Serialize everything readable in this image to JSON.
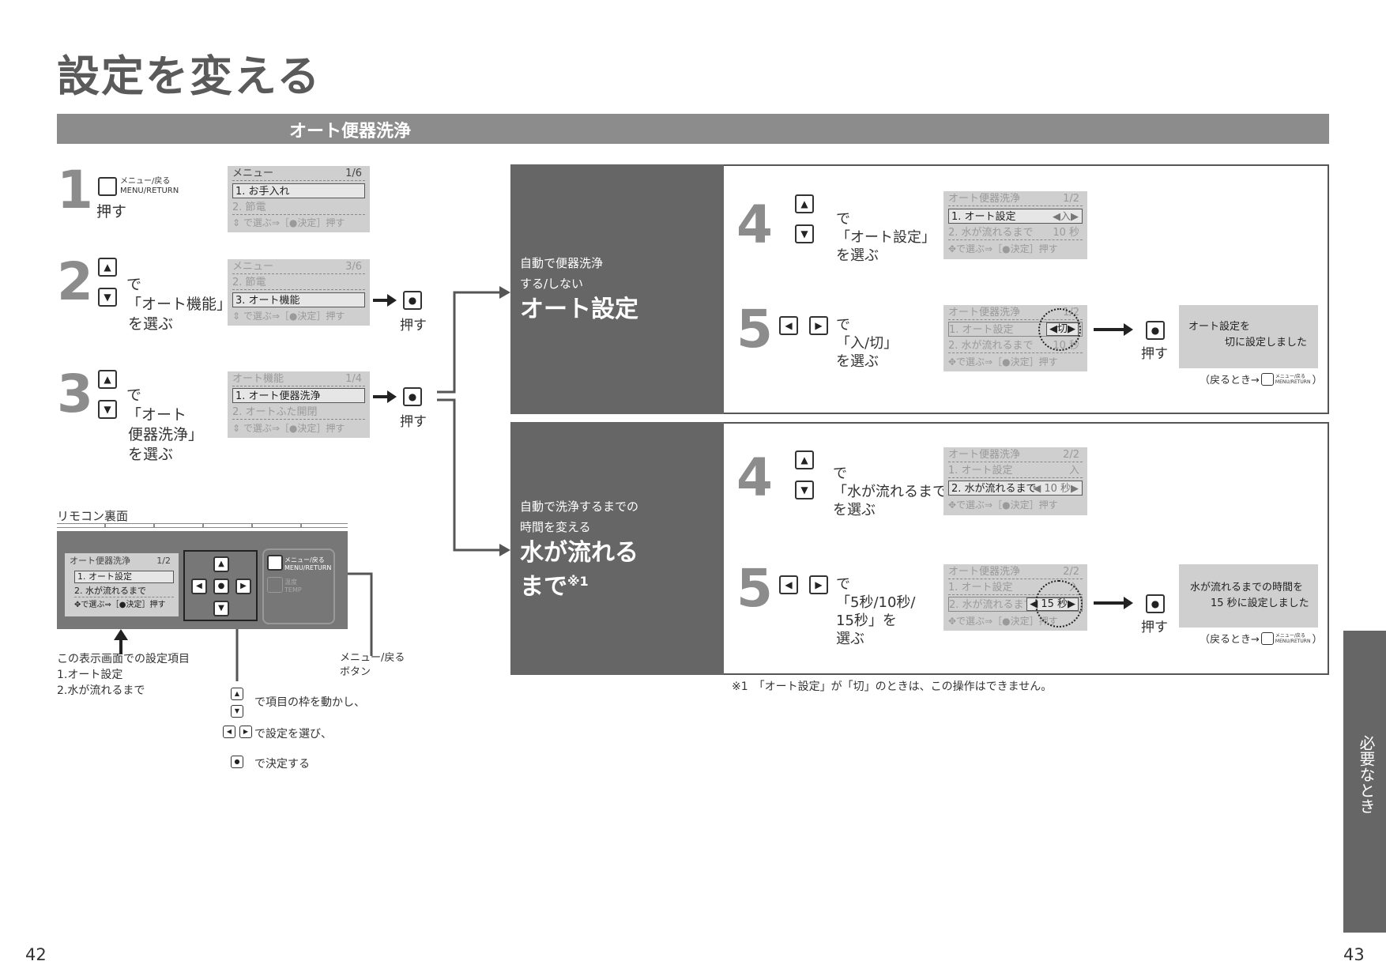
{
  "page_title": "設定を変える",
  "section_title": "オート便器洗浄",
  "step1": {
    "num": "1",
    "btn_label_jp": "メニュー/戻る",
    "btn_label_en": "MENU/RETURN",
    "action": "押す",
    "lcd": {
      "header": "メニュー",
      "page": "1/6",
      "row1": "1. お手入れ",
      "row2": "2. 節電",
      "footer": "⇕ で選ぶ⇒［●決定］押す"
    }
  },
  "step2": {
    "num": "2",
    "text_de": "で",
    "text_select": "「オート機能」",
    "text_erabu": "を選ぶ",
    "push": "押す",
    "lcd": {
      "header": "メニュー",
      "page": "3/6",
      "row1": "2. 節電",
      "row2": "3. オート機能",
      "footer": "⇕ で選ぶ⇒［●決定］押す"
    }
  },
  "step3": {
    "num": "3",
    "text_de": "で",
    "text_line1": "「オート",
    "text_line2": "便器洗浄」",
    "text_erabu": "を選ぶ",
    "push": "押す",
    "lcd": {
      "header": "オート機能",
      "page": "1/4",
      "row1": "1. オート便器洗浄",
      "row2": "2. オートふた開閉",
      "footer": "⇕ で選ぶ⇒［●決定］押す"
    }
  },
  "remote": {
    "label": "リモコン裏面",
    "lcd": {
      "header": "オート便器洗浄",
      "page": "1/2",
      "row1": "1. オート設定",
      "row2": "2. 水が流れるまで",
      "footer": "✥で選ぶ⇒［●決定］押す"
    },
    "menu_btn_jp": "メニュー/戻る",
    "menu_btn_en": "MENU/RETURN",
    "temp_jp": "温度",
    "temp_en": "TEMP",
    "caption_title": "この表示画面での設定項目",
    "caption_item1": "1.オート設定",
    "caption_item2": "2.水が流れるまで",
    "menu_caption1": "メニュー/戻る",
    "menu_caption2": "ボタン",
    "legend_move": "で項目の枠を動かし、",
    "legend_select": "で設定を選び、",
    "legend_decide": "で決定する"
  },
  "panelA": {
    "small1": "自動で便器洗浄",
    "small2": "する/しない",
    "big": "オート設定",
    "step4": {
      "num": "4",
      "de": "で",
      "select": "「オート設定」",
      "erabu": "を選ぶ",
      "lcd": {
        "header": "オート便器洗浄",
        "page": "1/2",
        "row1": "1. オート設定",
        "row1_val": "◀入▶",
        "row2": "2. 水が流れるまで",
        "row2_val": "10 秒",
        "footer": "✥で選ぶ⇒［●決定］押す"
      }
    },
    "step5": {
      "num": "5",
      "de": "で",
      "select": "「入/切」",
      "erabu": "を選ぶ",
      "push": "押す",
      "lcd": {
        "header": "オート便器洗浄",
        "page": "1/2",
        "row1": "1. オート設定",
        "row1_val": "◀切▶",
        "row2": "2. 水が流れるまで",
        "row2_val": "10 秒",
        "footer": "✥で選ぶ⇒［●決定］押す"
      },
      "msg1": "オート設定を",
      "msg2": "切に設定しました",
      "return_text": "（戻るとき→",
      "return_btn_jp": "メニュー/戻る",
      "return_btn_en": "MENU/RETURN",
      "return_close": "）"
    }
  },
  "panelB": {
    "small1": "自動で洗浄するまでの",
    "small2": "時間を変える",
    "big1": "水が流れる",
    "big2": "まで",
    "note_mark": "※1",
    "step4": {
      "num": "4",
      "de": "で",
      "select": "「水が流れるまで」",
      "erabu": "を選ぶ",
      "lcd": {
        "header": "オート便器洗浄",
        "page": "2/2",
        "row1": "1. オート設定",
        "row1_val": "入",
        "row2": "2. 水が流れるまで",
        "row2_val": "◀ 10 秒▶",
        "footer": "✥で選ぶ⇒［●決定］押す"
      }
    },
    "step5": {
      "num": "5",
      "de": "で",
      "line1": "「5秒/10秒/",
      "line2": "15秒」を",
      "erabu": "選ぶ",
      "push": "押す",
      "lcd": {
        "header": "オート便器洗浄",
        "page": "2/2",
        "row1": "1. オート設定",
        "row1_val": "入",
        "row2": "2. 水が流れるまで",
        "row2_val": "◀ 15 秒▶",
        "footer": "✥で選ぶ⇒［●決定］押す"
      },
      "msg1": "水が流れるまでの時間を",
      "msg2": "15 秒に設定しました",
      "return_text": "（戻るとき→",
      "return_btn_jp": "メニュー/戻る",
      "return_btn_en": "MENU/RETURN",
      "return_close": "）"
    }
  },
  "footnote": "※1　「オート設定」が「切」のときは、この操作はできません。",
  "side_tab": "必要なとき",
  "page_left": "42",
  "page_right": "43",
  "colors": {
    "band": "#8c8c8c",
    "dark_panel": "#666666",
    "lcd": "#cfcfcf",
    "number": "#8c8c8c"
  }
}
